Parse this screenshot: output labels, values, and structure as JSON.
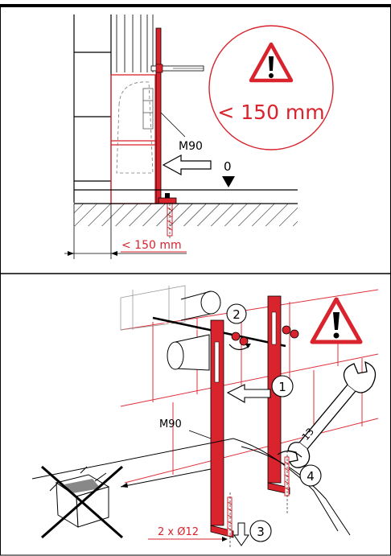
{
  "top_panel": {
    "label_model": "M90",
    "label_zero": "0",
    "dimension": "< 150 mm",
    "warning_text": "< 150 mm"
  },
  "bottom_panel": {
    "label_model": "M90",
    "step_1": "1",
    "step_2": "2",
    "step_3": "3",
    "step_4": "4",
    "wrench_size": "13",
    "drill_label": "2 x Ø12"
  },
  "colors": {
    "accent": "#d9232d",
    "line": "#000000",
    "frame_red": "#e0303a"
  }
}
